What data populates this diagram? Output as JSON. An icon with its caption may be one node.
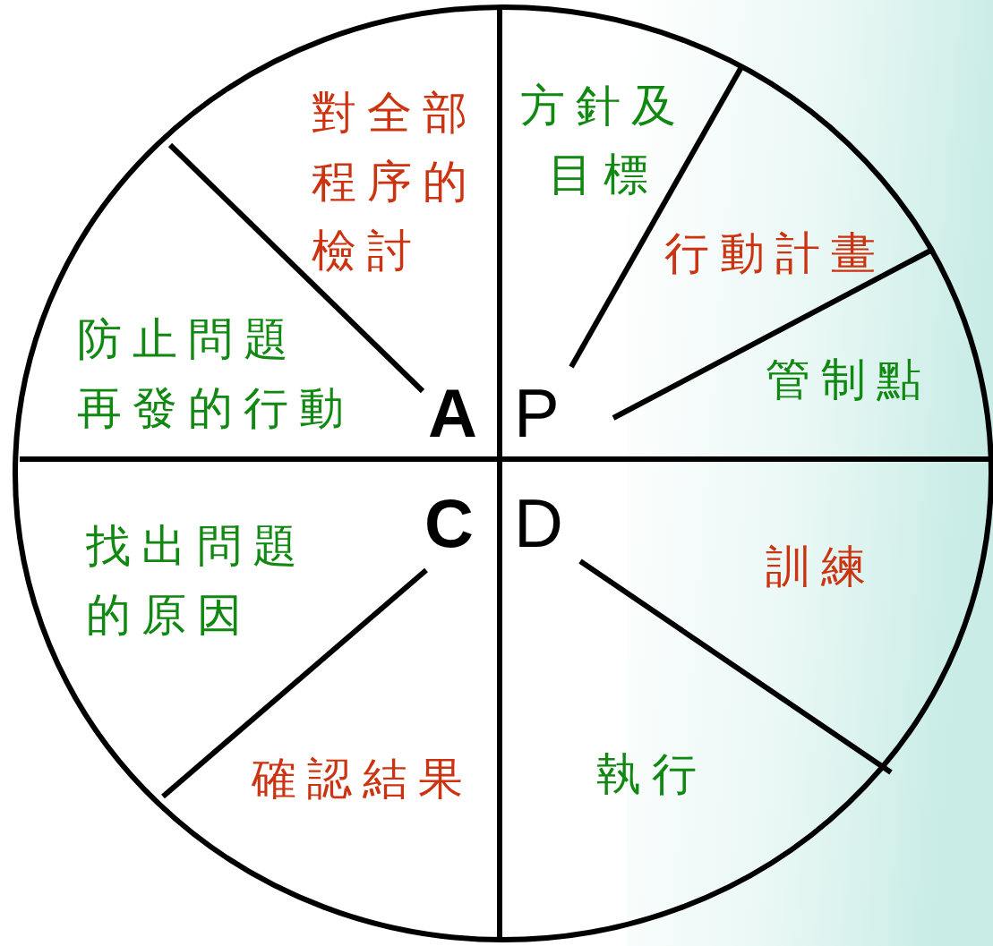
{
  "diagram": {
    "labels": [
      "對全部程序的檢討",
      "方針及目標",
      "行動計畫",
      "防止問題再發的行動",
      "管制點",
      "A",
      "P",
      "C",
      "D",
      "訓練",
      "找出問題的原因",
      "確認結果",
      "執行"
    ]
  }
}
